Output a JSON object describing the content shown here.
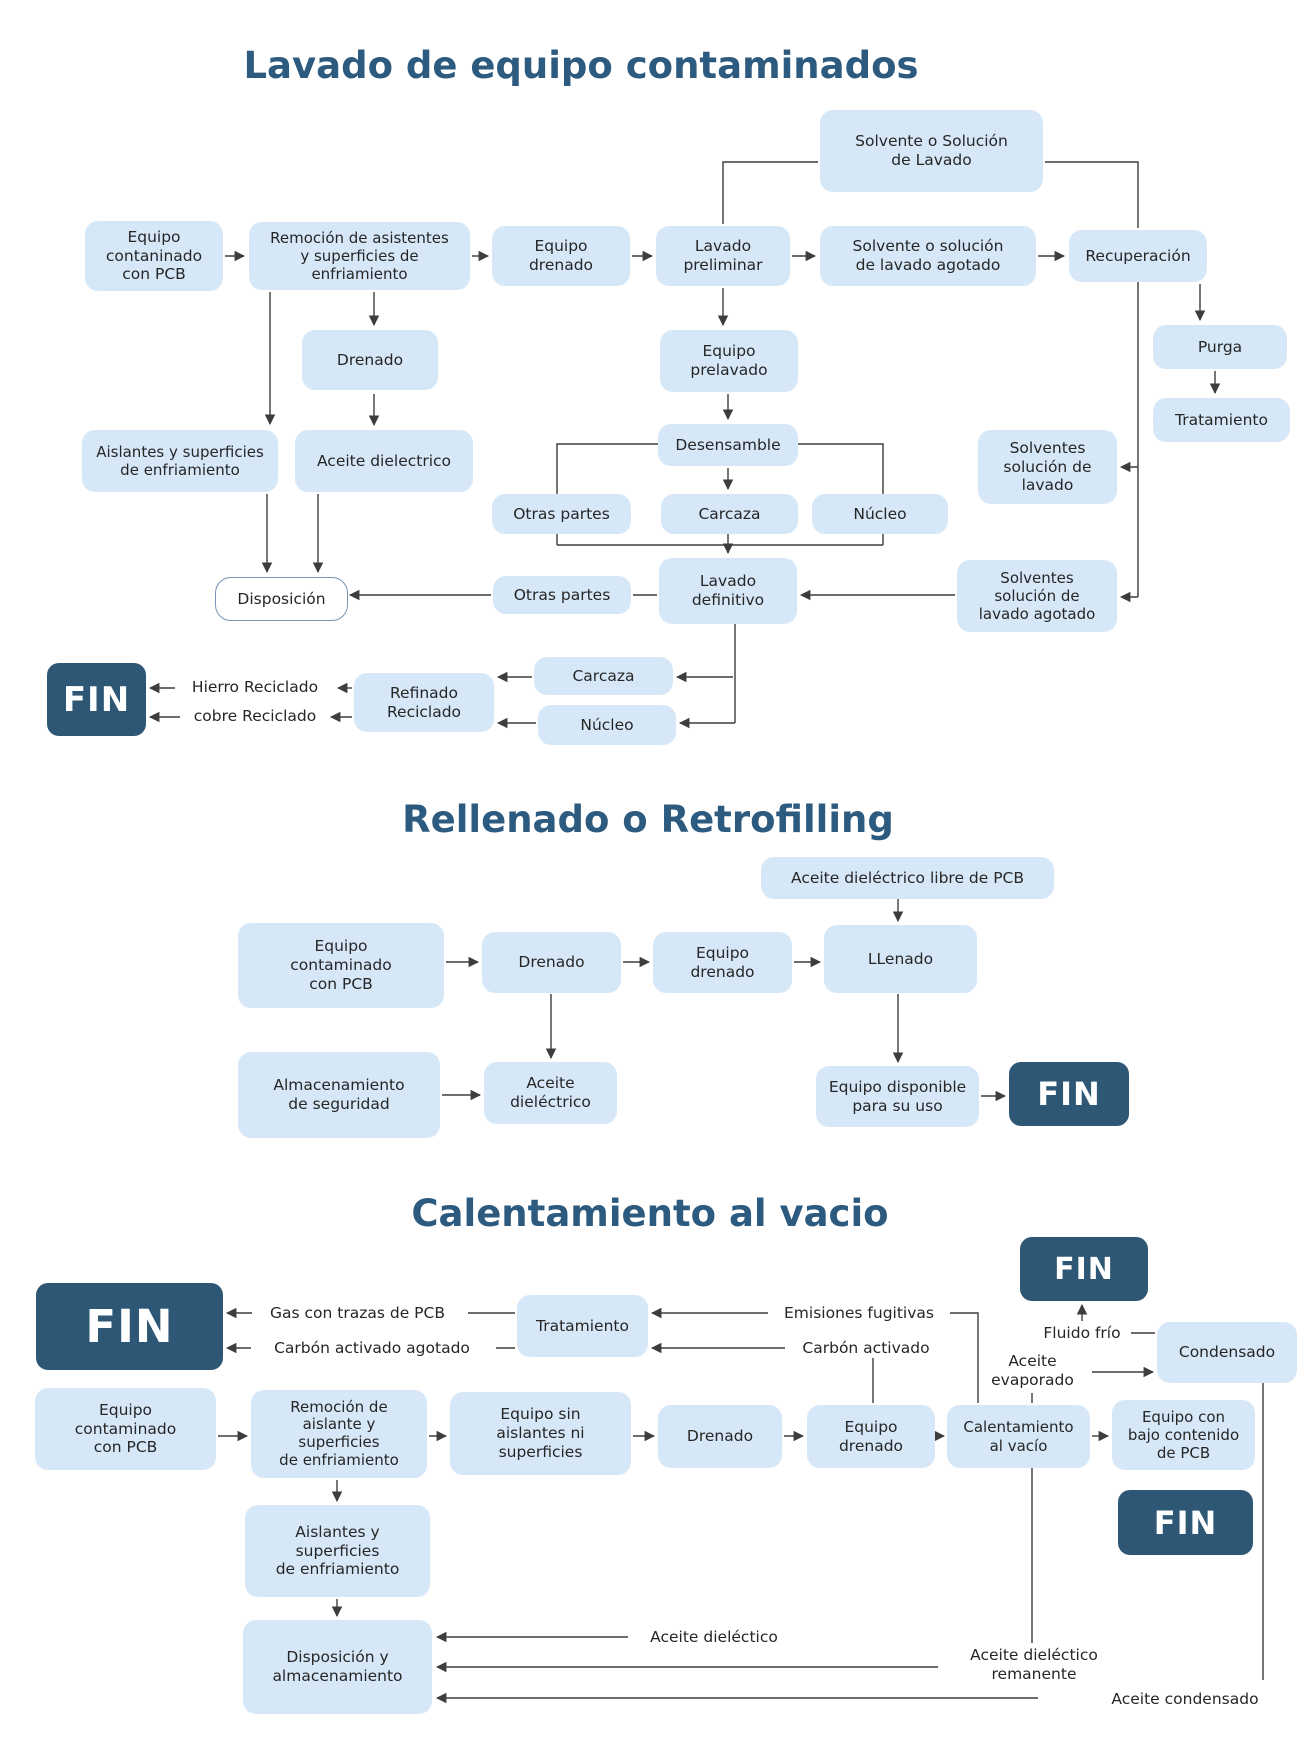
{
  "colors": {
    "node_fill": "#d6e8f8",
    "fin_fill": "#2e5776",
    "title_text": "#2d5b80",
    "line": "#3d3d3d",
    "node_text": "#262626",
    "outline_border": "#7595b8"
  },
  "fin": {
    "label": "FIN"
  },
  "sections": {
    "lavado": {
      "title": "Lavado de equipo contaminados"
    },
    "rellenado": {
      "title": "Rellenado o Retrofilling"
    },
    "calentamiento": {
      "title": "Calentamiento al vacio"
    }
  },
  "nodes": {
    "s1_equipo": {
      "label": "Equipo\ncontaninado\ncon PCB"
    },
    "s1_remocion": {
      "label": "Remoción de asistentes\ny superficies de\nenfriamiento"
    },
    "s1_equipo_drenado": {
      "label": "Equipo\ndrenado"
    },
    "s1_lavado_preliminar": {
      "label": "Lavado\npreliminar"
    },
    "s1_solvente_agotado": {
      "label": "Solvente o solución\nde lavado agotado"
    },
    "s1_recuperacion": {
      "label": "Recuperación"
    },
    "s1_solvente_solucion": {
      "label": "Solvente o Solución\nde Lavado"
    },
    "s1_drenado": {
      "label": "Drenado"
    },
    "s1_equipo_prelavado": {
      "label": "Equipo\nprelavado"
    },
    "s1_aislantes": {
      "label": "Aislantes y superficies\nde enfriamiento"
    },
    "s1_aceite_dielectrico": {
      "label": "Aceite dielectrico"
    },
    "s1_desensamble": {
      "label": "Desensamble"
    },
    "s1_otras_partes_a": {
      "label": "Otras partes"
    },
    "s1_carcaza_a": {
      "label": "Carcaza"
    },
    "s1_nucleo_a": {
      "label": "Núcleo"
    },
    "s1_purga": {
      "label": "Purga"
    },
    "s1_tratamiento": {
      "label": "Tratamiento"
    },
    "s1_solventes_lavado": {
      "label": "Solventes\nsolución de\nlavado"
    },
    "s1_solventes_agotado": {
      "label": "Solventes\nsolución de\nlavado agotado"
    },
    "s1_lavado_definitivo": {
      "label": "Lavado\ndefinitivo"
    },
    "s1_otras_partes_b": {
      "label": "Otras partes"
    },
    "s1_disposicion": {
      "label": "Disposición"
    },
    "s1_carcaza_b": {
      "label": "Carcaza"
    },
    "s1_nucleo_b": {
      "label": "Núcleo"
    },
    "s1_refinado": {
      "label": "Refinado\nReciclado"
    },
    "s2_aceite_libre": {
      "label": "Aceite dieléctrico libre de PCB"
    },
    "s2_equipo": {
      "label": "Equipo\ncontaminado\ncon PCB"
    },
    "s2_drenado": {
      "label": "Drenado"
    },
    "s2_equipo_drenado": {
      "label": "Equipo\ndrenado"
    },
    "s2_llenado": {
      "label": "LLenado"
    },
    "s2_almacenamiento": {
      "label": "Almacenamiento\nde seguridad"
    },
    "s2_aceite": {
      "label": "Aceite\ndieléctrico"
    },
    "s2_disponible": {
      "label": "Equipo disponible\npara su uso"
    },
    "s3_tratamiento": {
      "label": "Tratamiento"
    },
    "s3_equipo": {
      "label": "Equipo\ncontaminado\ncon PCB"
    },
    "s3_remocion": {
      "label": "Remoción de\naislante y\nsuperficies\nde enfriamiento"
    },
    "s3_equipo_sin": {
      "label": "Equipo sin\naislantes ni\nsuperficies"
    },
    "s3_drenado": {
      "label": "Drenado"
    },
    "s3_equipo_drenado": {
      "label": "Equipo\ndrenado"
    },
    "s3_calentamiento": {
      "label": "Calentamiento\nal vacío"
    },
    "s3_equipo_bajo": {
      "label": "Equipo con\nbajo contenido\nde PCB"
    },
    "s3_condensado": {
      "label": "Condensado"
    },
    "s3_aislantes": {
      "label": "Aislantes y\nsuperficies\nde enfriamiento"
    },
    "s3_disposicion": {
      "label": "Disposición y\nalmacenamiento"
    }
  },
  "labels": {
    "hierro": "Hierro Reciclado",
    "cobre": "cobre Reciclado",
    "gas": "Gas con trazas de PCB",
    "carbon_agotado": "Carbón activado agotado",
    "emisiones": "Emisiones fugitivas",
    "carbon_activado": "Carbón activado",
    "fluido": "Fluido frío",
    "aceite_evaporado": "Aceite\nevaporado",
    "aceite_dielectico": "Aceite dieléctico",
    "aceite_remanente": "Aceite dieléctico\nremanente",
    "aceite_condensado": "Aceite condensado"
  }
}
